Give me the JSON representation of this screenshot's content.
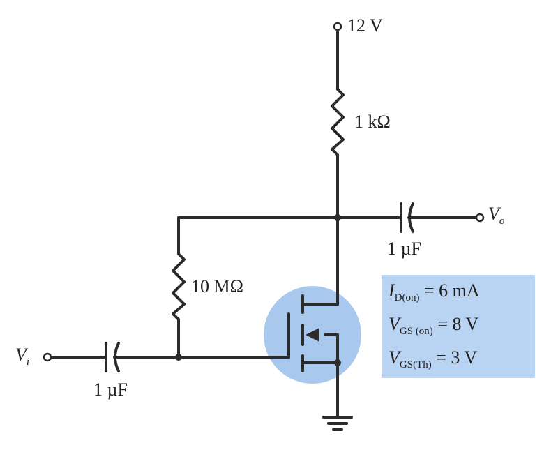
{
  "supply": {
    "label": "12 V"
  },
  "drain_resistor": {
    "label": "1 kΩ"
  },
  "feedback_resistor": {
    "label": "10 MΩ"
  },
  "output_capacitor": {
    "label": "1 µF"
  },
  "input_capacitor": {
    "label": "1 µF"
  },
  "input_terminal": {
    "symbol": "V",
    "subscript": "i"
  },
  "output_terminal": {
    "symbol": "V",
    "subscript": "o"
  },
  "parameters": [
    {
      "symbol": "I",
      "subscript": "D(on)",
      "value": "= 6 mA"
    },
    {
      "symbol": "V",
      "subscript": "GS (on)",
      "value": "= 8 V"
    },
    {
      "symbol": "V",
      "subscript": "GS(Th)",
      "value": "= 3 V"
    }
  ],
  "colors": {
    "wire": "#2b2b2b",
    "mosfet_highlight": "#a9c8ee",
    "parameter_box": "#b9d3f2"
  }
}
